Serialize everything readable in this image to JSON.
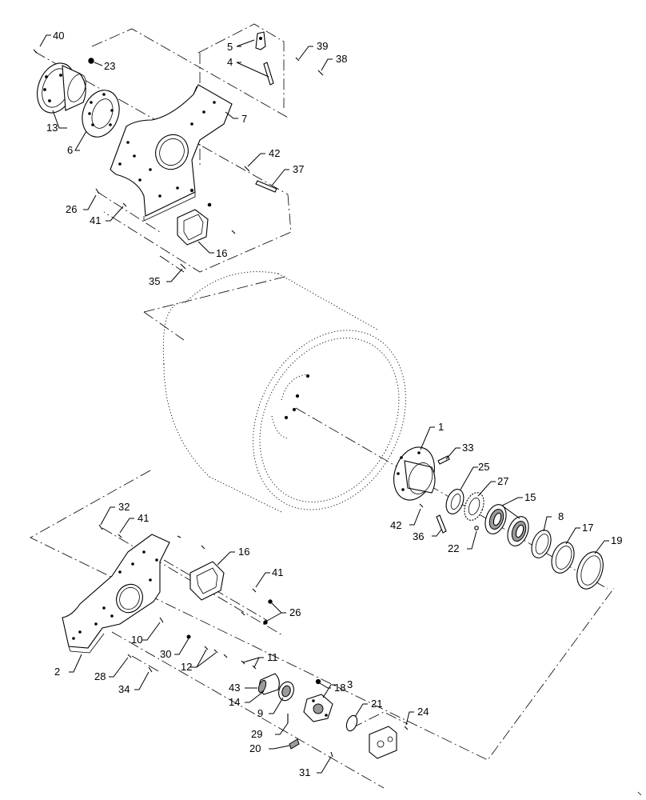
{
  "diagram": {
    "callouts": {
      "c1": "1",
      "c2": "2",
      "c3": "3",
      "c4": "4",
      "c5": "5",
      "c6": "6",
      "c7": "7",
      "c8": "8",
      "c9": "9",
      "c10": "10",
      "c11": "11",
      "c12": "12",
      "c13": "13",
      "c14": "14",
      "c15": "15",
      "c16a": "16",
      "c16b": "16",
      "c17": "17",
      "c18": "18",
      "c19": "19",
      "c20": "20",
      "c21": "21",
      "c22": "22",
      "c23": "23",
      "c24": "24",
      "c25": "25",
      "c26a": "26",
      "c26b": "26",
      "c27": "27",
      "c28": "28",
      "c29": "29",
      "c30": "30",
      "c31": "31",
      "c32": "32",
      "c33": "33",
      "c34": "34",
      "c35": "35",
      "c36": "36",
      "c37": "37",
      "c38": "38",
      "c39": "39",
      "c40": "40",
      "c41a": "41",
      "c41b": "41",
      "c41c": "41",
      "c42a": "42",
      "c42b": "42",
      "c43": "43"
    },
    "icons": [
      "bolt-icon",
      "washer-icon",
      "bearing-icon",
      "snap-ring-icon",
      "drum-icon",
      "plate-icon",
      "hub-icon"
    ]
  }
}
